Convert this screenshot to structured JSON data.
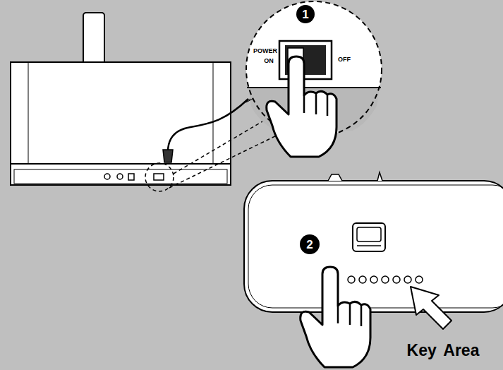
{
  "diagram": {
    "labels": [
      "1",
      "POWER",
      "ON",
      "OFF",
      "2",
      "Key Area"
    ]
  }
}
